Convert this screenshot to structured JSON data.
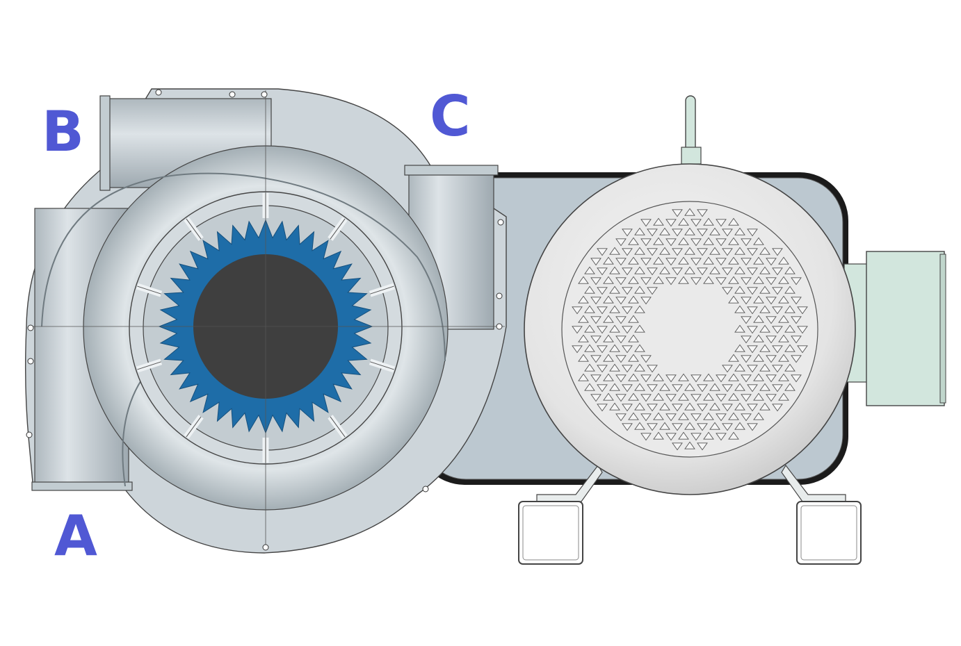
{
  "labels": {
    "a": "A",
    "b": "B",
    "c": "C"
  },
  "colors": {
    "label": "#5058d4",
    "housing": "#c9d2d7",
    "housing_shadow": "#9fa9af",
    "plate": "#bcc8d0",
    "frame": "#1b1b1b",
    "impeller": "#1e6da8",
    "hub": "#3f3f3f",
    "motor_cover": "#e8e8e8",
    "terminal_box": "#d2e6dd",
    "outline": "#333333"
  },
  "drawing": {
    "parts": [
      "blower-housing",
      "inlet-a",
      "outlet-b",
      "outlet-c",
      "impeller",
      "hub",
      "mounting-plate",
      "motor",
      "fan-cover-grille",
      "lifting-eye",
      "terminal-box",
      "motor-foot-left",
      "motor-foot-right"
    ]
  }
}
